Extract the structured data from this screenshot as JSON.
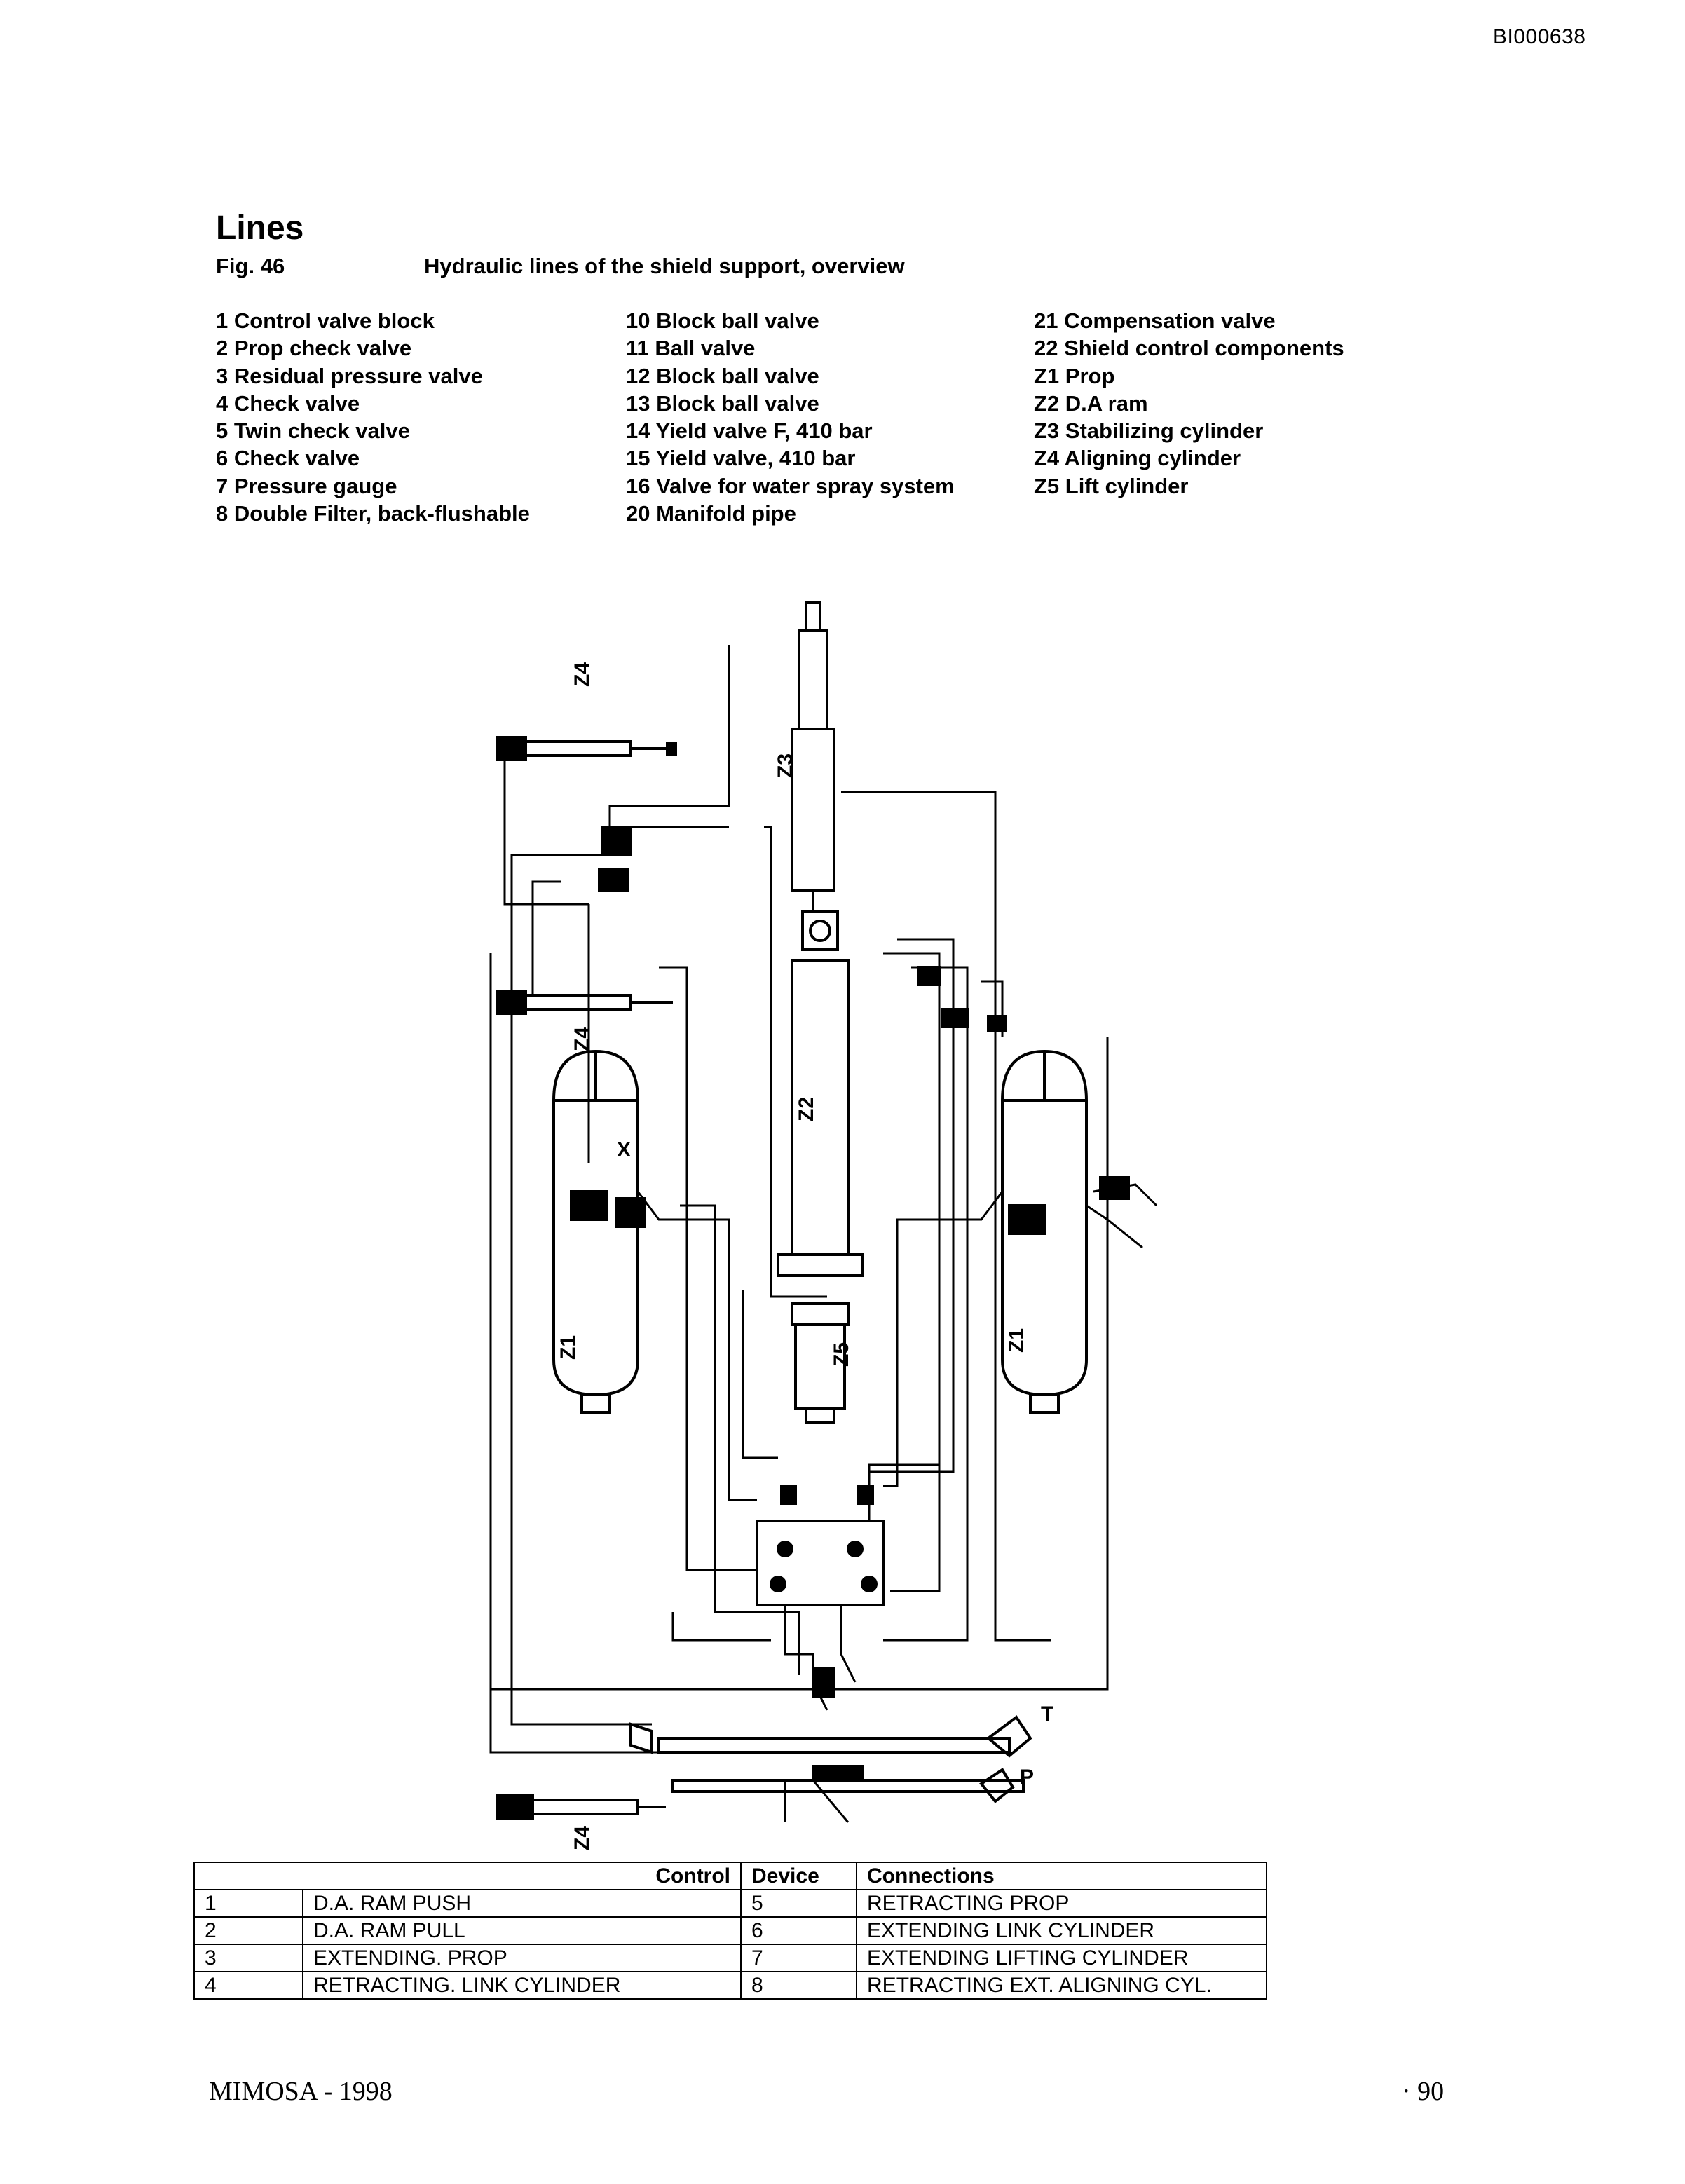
{
  "doc_id": "BI000638",
  "section_title": "Lines",
  "figure": {
    "label": "Fig. 46",
    "caption": "Hydraulic lines of the shield support, overview"
  },
  "legend": {
    "col1": [
      "1 Control valve block",
      "2 Prop check valve",
      "3 Residual pressure valve",
      "4 Check valve",
      "5 Twin check valve",
      "6 Check valve",
      "7 Pressure gauge",
      "8 Double Filter, back-flushable"
    ],
    "col2": [
      "10 Block ball valve",
      "11 Ball valve",
      "12 Block ball valve",
      "13 Block ball valve",
      "14 Yield valve F, 410 bar",
      "15 Yield valve, 410 bar",
      "16 Valve for water spray system",
      "20 Manifold pipe"
    ],
    "col3": [
      "21 Compensation valve",
      "22 Shield control components",
      "Z1 Prop",
      "Z2 D.A ram",
      "Z3 Stabilizing cylinder",
      "Z4 Aligning cylinder",
      "Z5 Lift cylinder"
    ]
  },
  "diagram": {
    "labels": {
      "z1": "Z1",
      "z2": "Z2",
      "z3": "Z3",
      "z4": "Z4",
      "z5": "Z5",
      "t": "T",
      "p": "P",
      "x": "X"
    }
  },
  "table": {
    "headers": {
      "control": "Control",
      "device": "Device",
      "connections": "Connections"
    },
    "rows": [
      {
        "n": "1",
        "control": "D.A. RAM PUSH",
        "d": "5",
        "connection": "RETRACTING PROP"
      },
      {
        "n": "2",
        "control": "D.A. RAM PULL",
        "d": "6",
        "connection": "EXTENDING LINK CYLINDER"
      },
      {
        "n": "3",
        "control": "EXTENDING. PROP",
        "d": "7",
        "connection": "EXTENDING LIFTING CYLINDER"
      },
      {
        "n": "4",
        "control": "RETRACTING. LINK CYLINDER",
        "d": "8",
        "connection": "RETRACTING EXT. ALIGNING CYL."
      }
    ]
  },
  "footer": {
    "left": "MIMOSA - 1998",
    "right": "· 90"
  }
}
